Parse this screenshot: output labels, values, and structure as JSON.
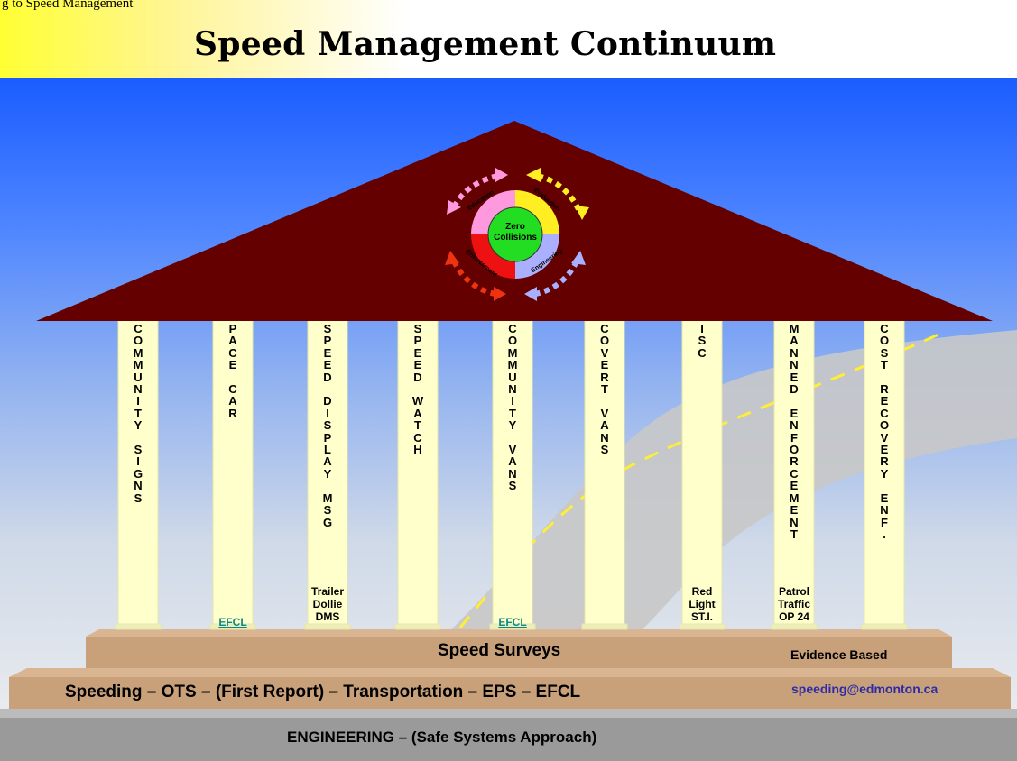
{
  "top_note": "g to Speed Management",
  "title": "Speed Management Continuum",
  "hub": {
    "center": "Zero\nCollisions",
    "segments": [
      "Education",
      "Evaluation",
      "Enforcement",
      "Engineering"
    ]
  },
  "pillars": [
    {
      "label": "COMMUNITY SIGNS",
      "sub": "",
      "link": ""
    },
    {
      "label": "PACE CAR",
      "sub": "",
      "link": "EFCL"
    },
    {
      "label": "SPEED DISPLAY MSG",
      "sub": "Trailer\nDollie\nDMS",
      "link": ""
    },
    {
      "label": "SPEED WATCH",
      "sub": "",
      "link": ""
    },
    {
      "label": "COMMUNITY VANS",
      "sub": "",
      "link": "EFCL"
    },
    {
      "label": "COVERT VANS",
      "sub": "",
      "link": ""
    },
    {
      "label": "ISC",
      "sub": "Red\nLight\nST.I.",
      "link": ""
    },
    {
      "label": "MANNED ENFORCEMENT",
      "sub": "Patrol\nTraffic\nOP 24",
      "link": ""
    },
    {
      "label": "COST RECOVERY ENF.",
      "sub": "",
      "link": ""
    }
  ],
  "steps": {
    "top": "Speed Surveys",
    "top_right": "Evidence Based",
    "middle": "Speeding – OTS – (First Report) – Transportation – EPS – EFCL",
    "email": "speeding@edmonton.ca",
    "bottom": "ENGINEERING – (Safe Systems Approach)"
  },
  "colors": {
    "roof": "#640000",
    "pillar": "#ffffcc",
    "step": "#c8a07a",
    "base": "#9a9a9a",
    "sky_top": "#1a5cff",
    "road": "#c8c8c8",
    "road_line": "#ffee33",
    "education": "#ff99dd",
    "evaluation": "#ffee22",
    "enforcement": "#ee1111",
    "engineering": "#aab0ff",
    "center": "#22dd22",
    "email": "#2b2ba8",
    "link": "#0a8a8a"
  }
}
